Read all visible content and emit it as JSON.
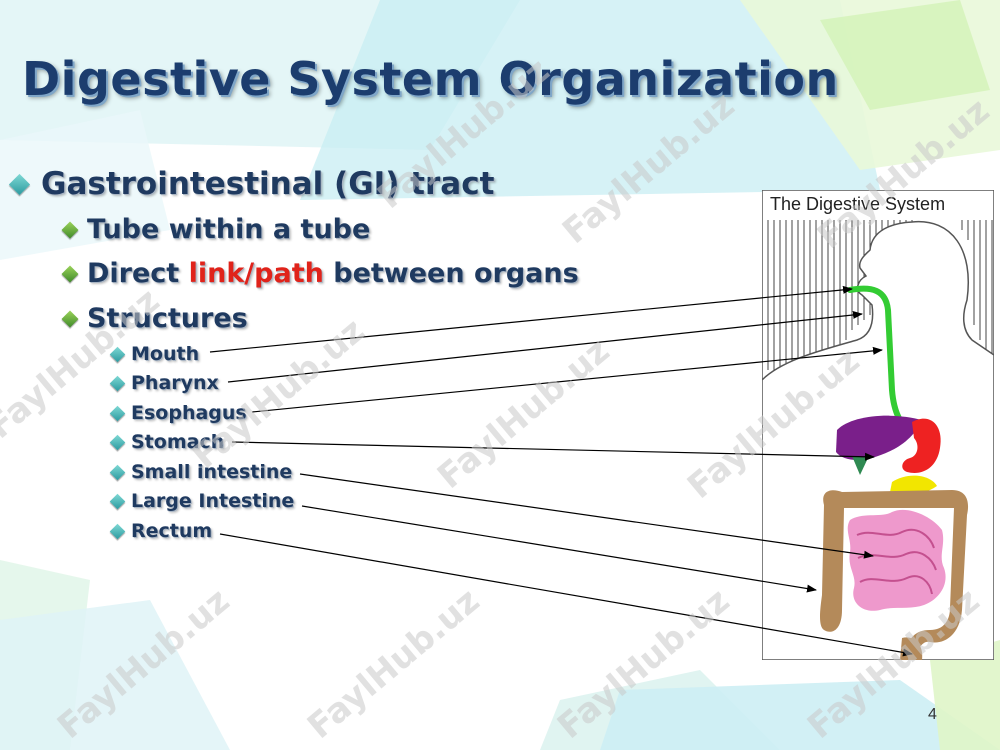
{
  "slide": {
    "title": "Digestive System Organization",
    "page_number": "4"
  },
  "bullets": {
    "l1": "Gastrointestinal (GI) tract",
    "tube": "Tube within a tube",
    "direct_pre": "Direct ",
    "direct_red": "link/path",
    "direct_post": " between organs",
    "structures": "Structures",
    "items": [
      "Mouth",
      "Pharynx",
      "Esophagus",
      "Stomach",
      "Small intestine",
      "Large Intestine",
      "Rectum"
    ]
  },
  "figure": {
    "title": "The Digestive System"
  },
  "watermark": "FaylHub.uz",
  "colors": {
    "title": "#1c3d6e",
    "text": "#1f3a60",
    "highlight": "#e0231a",
    "esophagus": "#33cc33",
    "stomach": "#ee2222",
    "liver": "#7a1f8a",
    "gallbladder": "#f2e600",
    "small_intestine": "#ee99cc",
    "large_intestine": "#b48a5a"
  }
}
